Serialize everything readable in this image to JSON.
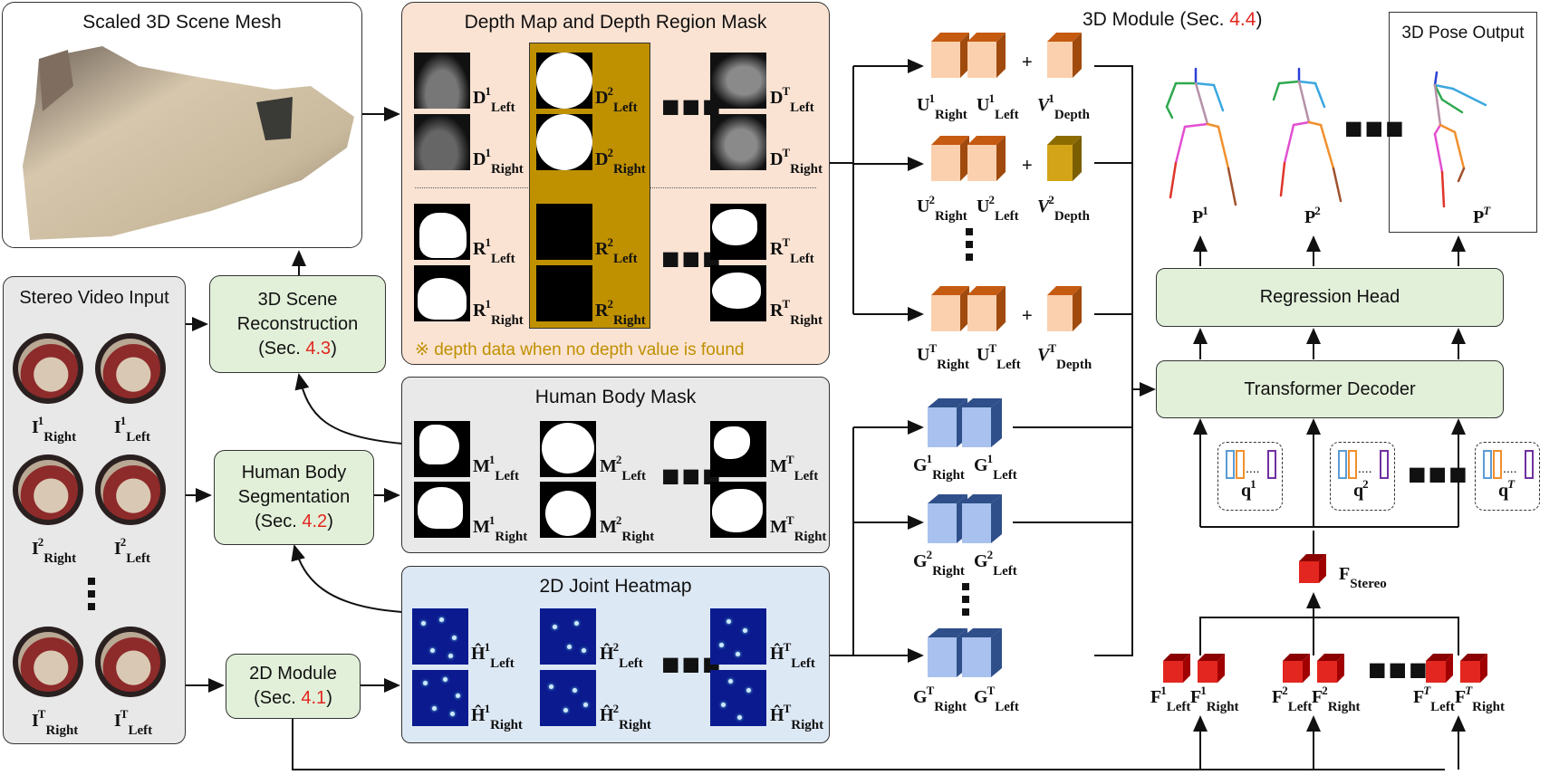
{
  "scene_mesh": {
    "title": "Scaled 3D Scene Mesh"
  },
  "stereo_input": {
    "title": "Stereo Video Input",
    "frames": [
      {
        "right": {
          "base": "I",
          "sup": "1",
          "sub": "Right"
        },
        "left": {
          "base": "I",
          "sup": "1",
          "sub": "Left"
        }
      },
      {
        "right": {
          "base": "I",
          "sup": "2",
          "sub": "Right"
        },
        "left": {
          "base": "I",
          "sup": "2",
          "sub": "Left"
        }
      },
      {
        "right": {
          "base": "I",
          "sup": "T",
          "sub": "Right"
        },
        "left": {
          "base": "I",
          "sup": "T",
          "sub": "Left"
        }
      }
    ]
  },
  "modules": {
    "recon": {
      "line1": "3D Scene",
      "line2": "Reconstruction",
      "prefix": "(Sec. ",
      "ref": "4.3",
      "suffix": ")"
    },
    "seg": {
      "line1": "Human Body",
      "line2": "Segmentation",
      "prefix": "(Sec. ",
      "ref": "4.2",
      "suffix": ")"
    },
    "two_d": {
      "line1": "2D Module",
      "prefix": "(Sec. ",
      "ref": "4.1",
      "suffix": ")"
    }
  },
  "depth_panel": {
    "title": "Depth Map and Depth Region Mask",
    "note": "※ depth data when no depth value is found",
    "d": [
      {
        "base": "D",
        "sup": "1",
        "sub": "Left"
      },
      {
        "base": "D",
        "sup": "1",
        "sub": "Right"
      },
      {
        "base": "D",
        "sup": "2",
        "sub": "Left"
      },
      {
        "base": "D",
        "sup": "2",
        "sub": "Right"
      },
      {
        "base": "D",
        "sup": "T",
        "sub": "Left"
      },
      {
        "base": "D",
        "sup": "T",
        "sub": "Right"
      }
    ],
    "r": [
      {
        "base": "R",
        "sup": "1",
        "sub": "Left"
      },
      {
        "base": "R",
        "sup": "1",
        "sub": "Right"
      },
      {
        "base": "R",
        "sup": "2",
        "sub": "Left"
      },
      {
        "base": "R",
        "sup": "2",
        "sub": "Right"
      },
      {
        "base": "R",
        "sup": "T",
        "sub": "Left"
      },
      {
        "base": "R",
        "sup": "T",
        "sub": "Right"
      }
    ]
  },
  "mask_panel": {
    "title": "Human Body Mask",
    "m": [
      {
        "base": "M",
        "sup": "1",
        "sub": "Left"
      },
      {
        "base": "M",
        "sup": "1",
        "sub": "Right"
      },
      {
        "base": "M",
        "sup": "2",
        "sub": "Left"
      },
      {
        "base": "M",
        "sup": "2",
        "sub": "Right"
      },
      {
        "base": "M",
        "sup": "T",
        "sub": "Left"
      },
      {
        "base": "M",
        "sup": "T",
        "sub": "Right"
      }
    ]
  },
  "heatmap_panel": {
    "title": "2D Joint Heatmap",
    "h": [
      {
        "base": "Ĥ",
        "sup": "1",
        "sub": "Left"
      },
      {
        "base": "Ĥ",
        "sup": "1",
        "sub": "Right"
      },
      {
        "base": "Ĥ",
        "sup": "2",
        "sub": "Left"
      },
      {
        "base": "Ĥ",
        "sup": "2",
        "sub": "Right"
      },
      {
        "base": "Ĥ",
        "sup": "T",
        "sub": "Left"
      },
      {
        "base": "Ĥ",
        "sup": "T",
        "sub": "Right"
      }
    ]
  },
  "module_3d": {
    "title_prefix": "3D Module (Sec. ",
    "title_ref": "4.4",
    "title_suffix": ")",
    "pose_output_title": "3D Pose Output",
    "regression_head": "Regression Head",
    "transformer_decoder": "Transformer Decoder",
    "plus": "+",
    "u_rows": [
      {
        "ur": {
          "base": "U",
          "sup": "1",
          "sub": "Right"
        },
        "ul": {
          "base": "U",
          "sup": "1",
          "sub": "Left"
        },
        "v": {
          "base": "V",
          "sup": "1",
          "sub": "Depth"
        }
      },
      {
        "ur": {
          "base": "U",
          "sup": "2",
          "sub": "Right"
        },
        "ul": {
          "base": "U",
          "sup": "2",
          "sub": "Left"
        },
        "v": {
          "base": "V",
          "sup": "2",
          "sub": "Depth"
        }
      },
      {
        "ur": {
          "base": "U",
          "sup": "T",
          "sub": "Right"
        },
        "ul": {
          "base": "U",
          "sup": "T",
          "sub": "Left"
        },
        "v": {
          "base": "V",
          "sup": "T",
          "sub": "Depth"
        }
      }
    ],
    "g_rows": [
      {
        "gr": {
          "base": "G",
          "sup": "1",
          "sub": "Right"
        },
        "gl": {
          "base": "G",
          "sup": "1",
          "sub": "Left"
        }
      },
      {
        "gr": {
          "base": "G",
          "sup": "2",
          "sub": "Right"
        },
        "gl": {
          "base": "G",
          "sup": "2",
          "sub": "Left"
        }
      },
      {
        "gr": {
          "base": "G",
          "sup": "T",
          "sub": "Right"
        },
        "gl": {
          "base": "G",
          "sup": "T",
          "sub": "Left"
        }
      }
    ],
    "poses": [
      {
        "base": "P",
        "sup": "1"
      },
      {
        "base": "P",
        "sup": "2"
      },
      {
        "base": "P",
        "sup": "T"
      }
    ],
    "queries": [
      {
        "base": "q",
        "sup": "1"
      },
      {
        "base": "q",
        "sup": "2"
      },
      {
        "base": "q",
        "sup": "T"
      }
    ],
    "f_stereo": {
      "base": "F",
      "sub": "Stereo"
    },
    "f_pairs": [
      {
        "l": {
          "base": "F",
          "sup": "1",
          "sub": "Left"
        },
        "r": {
          "base": "F",
          "sup": "1",
          "sub": "Right"
        }
      },
      {
        "l": {
          "base": "F",
          "sup": "2",
          "sub": "Left"
        },
        "r": {
          "base": "F",
          "sup": "2",
          "sub": "Right"
        }
      },
      {
        "l": {
          "base": "F",
          "sup": "T",
          "sub": "Left"
        },
        "r": {
          "base": "F",
          "sup": "T",
          "sub": "Right"
        }
      }
    ]
  },
  "colors": {
    "depth_bg": "#fbe3d3",
    "mask_bg": "#e9e9e9",
    "heatmap_bg": "#dde8f5",
    "module_bg": "#e2f0d9",
    "gold": "#bf9000",
    "orange_cube": "#f4b183",
    "blue_cube": "#8faadc",
    "red_cube": "#e3261f"
  }
}
